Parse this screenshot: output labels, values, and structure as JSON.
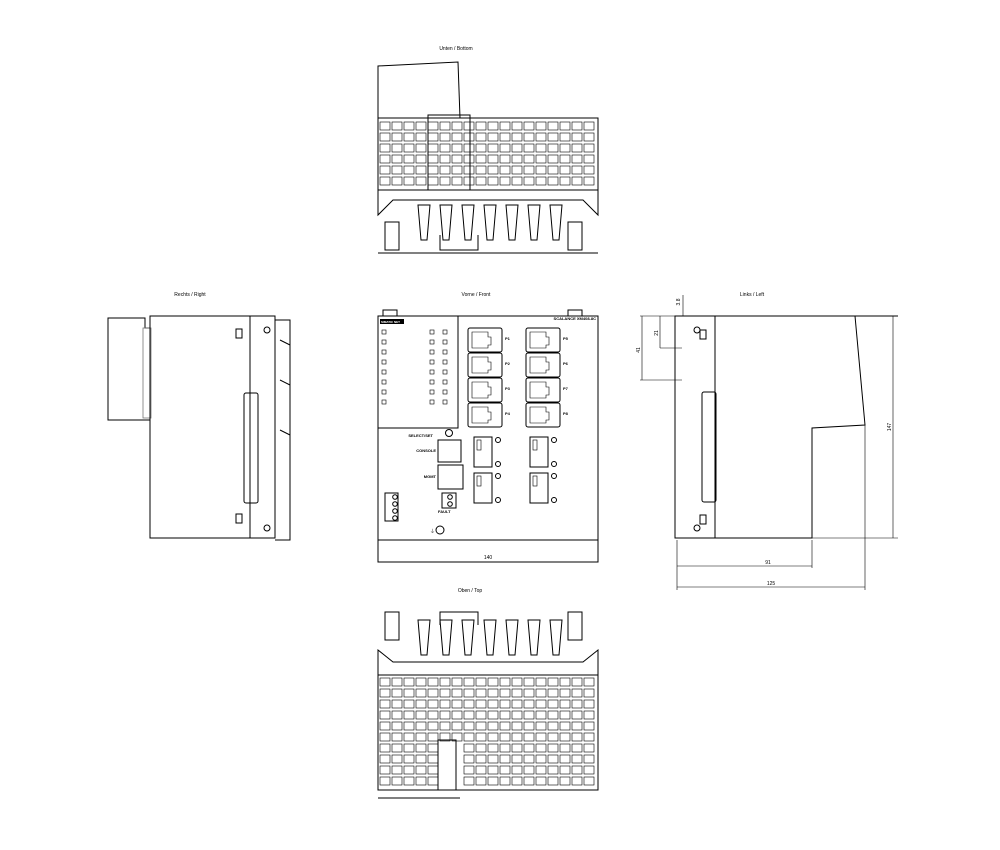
{
  "views": {
    "bottom": "Unten / Bottom",
    "right": "Rechts / Right",
    "front": "Vorne / Front",
    "left": "Links / Left",
    "top": "Oben / Top"
  },
  "dimensions": {
    "front_width": "140",
    "left_offset_top": "3.8",
    "left_rail_upper": "21",
    "left_rail_lower": "41",
    "left_height": "147",
    "left_depth_inner": "91",
    "left_depth_total": "125"
  },
  "front_labels": {
    "brand": "SIMATIC NET",
    "model": "SCALANCE XM408-8C",
    "select_set": "SELECT/SET",
    "console": "CONSOLE",
    "mgmt": "MGMT",
    "fault": "FAULT",
    "ports": [
      "P1",
      "P2",
      "P3",
      "P4",
      "P5",
      "P6",
      "P7",
      "P8"
    ]
  }
}
